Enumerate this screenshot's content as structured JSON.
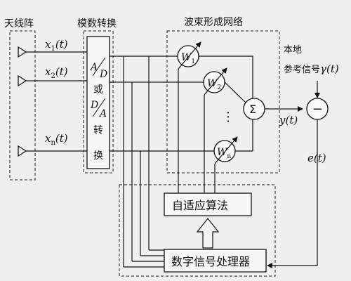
{
  "labels": {
    "antenna_array": "天线阵",
    "adc_dac": "模数转换",
    "beamforming_network": "波束形成网络",
    "local": "本地",
    "reference_signal": "参考信号",
    "reference_symbol": "γ(t)",
    "adaptive_algorithm": "自适应算法",
    "dsp": "数字信号处理器"
  },
  "converter": {
    "a1": "A",
    "d1": "D",
    "or": "或",
    "d2": "D",
    "a2": "A",
    "zhuan": "转",
    "huan": "换"
  },
  "signals": [
    {
      "base": "x",
      "sub": "1",
      "arg": "(t)"
    },
    {
      "base": "x",
      "sub": "2",
      "arg": "(t)"
    },
    {
      "base": "x",
      "sub": "n",
      "arg": "(t)"
    }
  ],
  "weights": [
    {
      "base": "W",
      "sub": "1"
    },
    {
      "base": "W",
      "sub": "2"
    },
    {
      "base": "W",
      "sub": "n"
    }
  ],
  "sum_symbol": "Σ",
  "minus_symbol": "−",
  "output": "y(t)",
  "error": "e(t)",
  "ellipsis": "⋮"
}
